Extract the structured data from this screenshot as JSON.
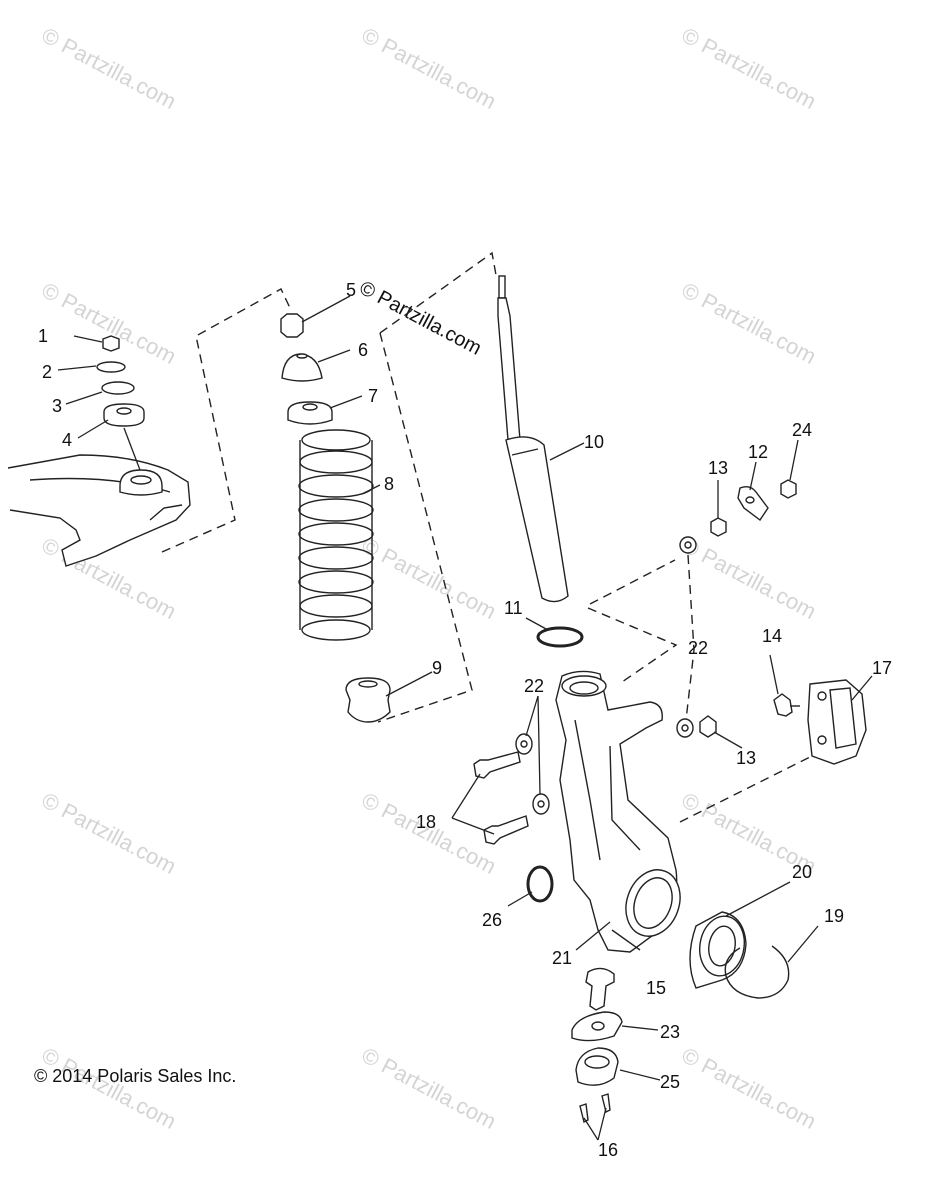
{
  "watermark": "© Partzilla.com",
  "copyright": "© 2014 Polaris Sales Inc.",
  "callouts": {
    "c1": "1",
    "c2": "2",
    "c3": "3",
    "c4": "4",
    "c5": "5",
    "c6": "6",
    "c7": "7",
    "c8": "8",
    "c9": "9",
    "c10": "10",
    "c11": "11",
    "c12": "12",
    "c13a": "13",
    "c13b": "13",
    "c14": "14",
    "c15": "15",
    "c16": "16",
    "c17": "17",
    "c18": "18",
    "c19": "19",
    "c20": "20",
    "c21": "21",
    "c22a": "22",
    "c22b": "22",
    "c23": "23",
    "c24": "24",
    "c25": "25",
    "c26": "26"
  }
}
